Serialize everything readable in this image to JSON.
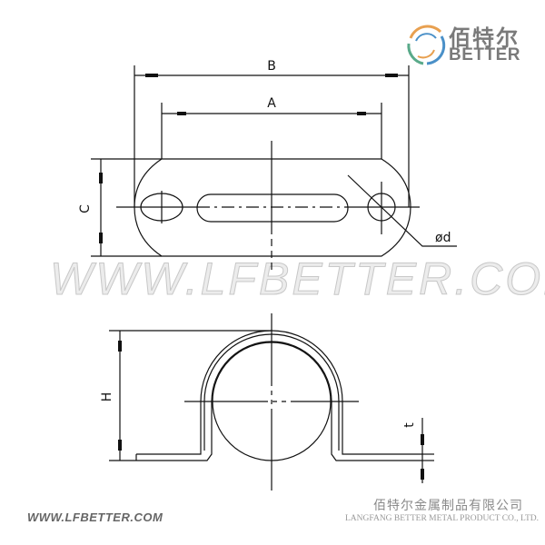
{
  "logo": {
    "chinese": "佰特尔",
    "english": "BETTER",
    "colors": [
      "#e8a050",
      "#4a90c8",
      "#5aaa8a"
    ]
  },
  "watermark": "WWW.LFBETTER.COM",
  "top_view": {
    "labels": {
      "B": "B",
      "A": "A",
      "C": "C",
      "d": "ød"
    }
  },
  "front_view": {
    "labels": {
      "H": "H",
      "t": "t"
    }
  },
  "footer": {
    "website": "WWW.LFBETTER.COM",
    "company_cn": "佰特尔金属制品有限公司",
    "company_en": "LANGFANG BETTER METAL PRODUCT CO., LTD."
  }
}
